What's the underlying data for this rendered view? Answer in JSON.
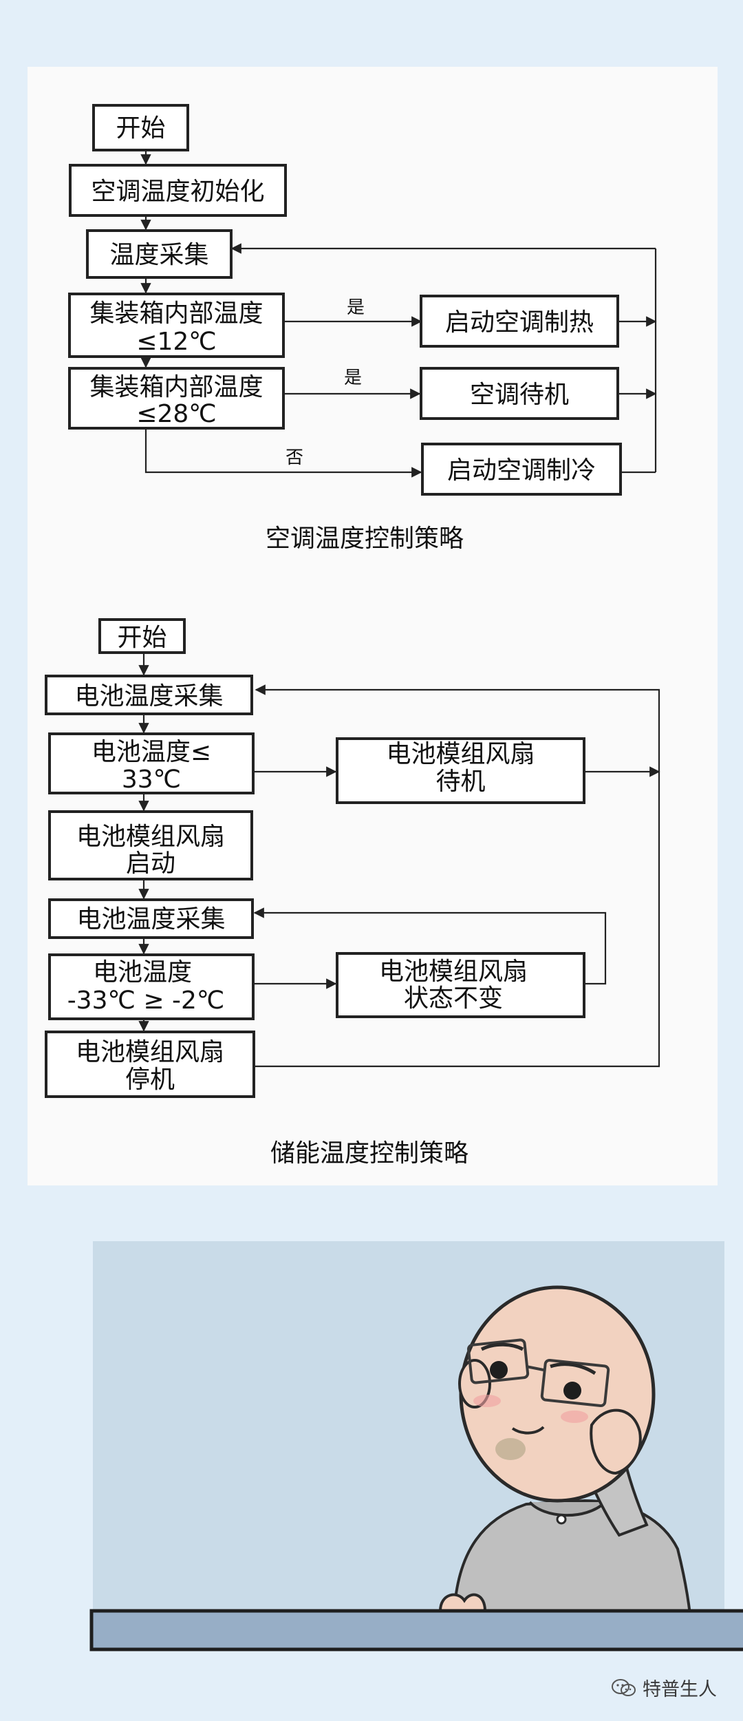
{
  "flow_ac": {
    "caption": "空调温度控制策略",
    "start": "开始",
    "init": "空调温度初始化",
    "collect": "温度采集",
    "check1": [
      "集装箱内部温度",
      "≤12℃"
    ],
    "check2": [
      "集装箱内部温度",
      "≤28℃"
    ],
    "heat": "启动空调制热",
    "standby": "空调待机",
    "cool": "启动空调制冷",
    "yes1": "是",
    "yes2": "是",
    "no": "否"
  },
  "flow_storage": {
    "caption": "储能温度控制策略",
    "start": "开始",
    "collect1": "电池温度采集",
    "check1": [
      "电池温度≤",
      "33℃"
    ],
    "fan_standby": [
      "电池模组风扇",
      "待机"
    ],
    "fan_start": [
      "电池模组风扇",
      "启动"
    ],
    "collect2": "电池温度采集",
    "check2": [
      "电池温度",
      "-33℃ ≥ -2℃"
    ],
    "fan_keep": [
      "电池模组风扇",
      "状态不变"
    ],
    "fan_stop": [
      "电池模组风扇",
      "停机"
    ]
  },
  "brand": {
    "icon": "wechat-icon",
    "name": "特普生人"
  }
}
